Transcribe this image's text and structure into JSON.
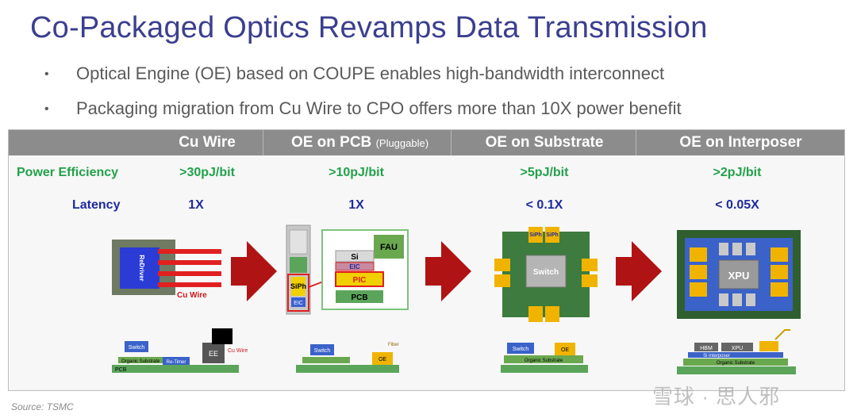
{
  "title": "Co-Packaged Optics Revamps Data Transmission",
  "bullets": [
    "Optical Engine (OE) based on COUPE enables high-bandwidth interconnect",
    "Packaging migration from Cu Wire to CPO offers more than 10X power benefit"
  ],
  "table": {
    "columns": [
      {
        "label": "Cu Wire",
        "suffix": ""
      },
      {
        "label": "OE on PCB",
        "suffix": "(Pluggable)"
      },
      {
        "label": "OE on Substrate",
        "suffix": ""
      },
      {
        "label": "OE on Interposer",
        "suffix": ""
      }
    ],
    "power_label": "Power Efficiency",
    "latency_label": "Latency",
    "power_values": [
      ">30pJ/bit",
      ">10pJ/bit",
      ">5pJ/bit",
      ">2pJ/bit"
    ],
    "latency_values": [
      "1X",
      "1X",
      "< 0.1X",
      "< 0.05X"
    ]
  },
  "diagram_labels": {
    "redriver": "ReDriver",
    "cu_wire": "Cu Wire",
    "fau": "FAU",
    "si": "Si",
    "eic": "EIC",
    "pic": "PIC",
    "pcb": "PCB",
    "siph": "SiPh",
    "switch": "Switch",
    "xpu": "XPU",
    "organic_substrate": "Organic Substrate",
    "re_timer": "Re-Timer",
    "ee": "EE",
    "oe": "OE",
    "fiber": "Fiber",
    "hbm": "HBM",
    "si_interposer": "Si interposer"
  },
  "colors": {
    "title": "#3b3f8f",
    "green": "#22a14a",
    "blue": "#1e2a9e",
    "arrow": "#b01313",
    "header": "#8c8c8c"
  },
  "source": "Source: TSMC",
  "watermark": "雪球 · 思人邪"
}
